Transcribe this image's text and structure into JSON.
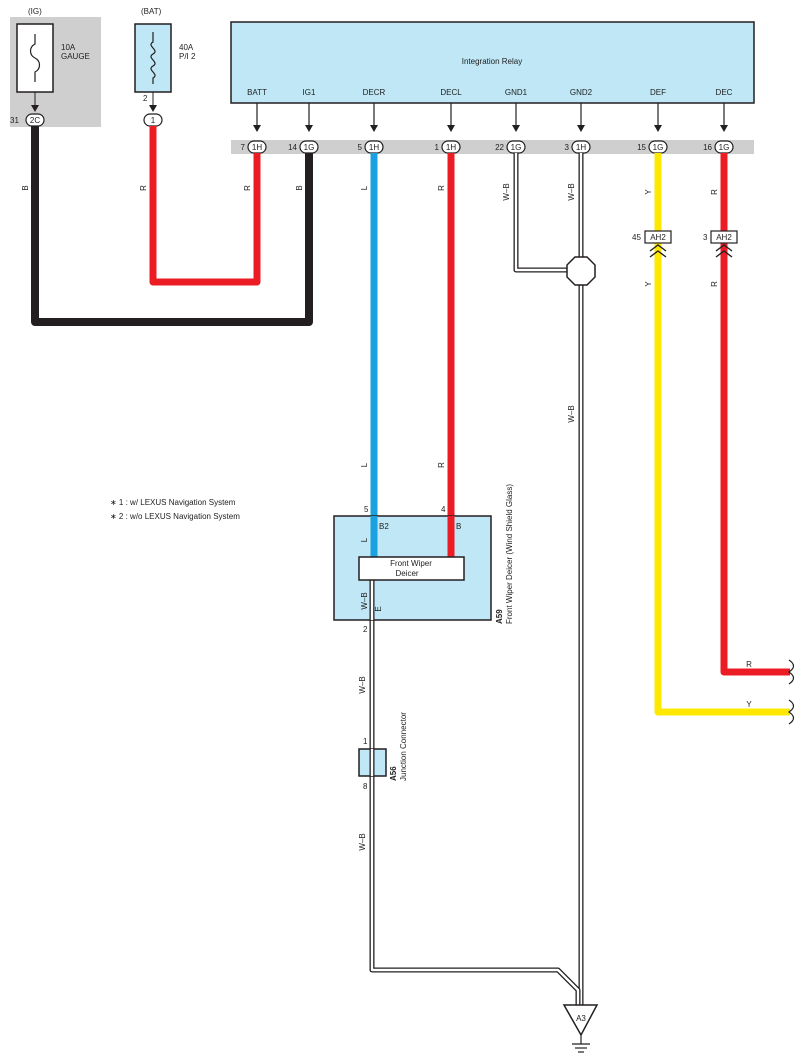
{
  "fuses": {
    "ig": {
      "label": "(IG)",
      "rating": "10A",
      "name": "GAUGE"
    },
    "bat": {
      "label": "(BAT)",
      "rating": "40A",
      "name": "P/I 2"
    }
  },
  "fuse_connectors": {
    "ig": {
      "pin": "31",
      "connector": "2C"
    },
    "bat": {
      "pin": "2",
      "connector": "1"
    }
  },
  "relay": {
    "title": "Integration Relay",
    "terminals": [
      {
        "name": "BATT",
        "pin": "7",
        "connector": "1H"
      },
      {
        "name": "IG1",
        "pin": "14",
        "connector": "1G"
      },
      {
        "name": "DECR",
        "pin": "5",
        "connector": "1H"
      },
      {
        "name": "DECL",
        "pin": "1",
        "connector": "1H"
      },
      {
        "name": "GND1",
        "pin": "22",
        "connector": "1G"
      },
      {
        "name": "GND2",
        "pin": "3",
        "connector": "1H"
      },
      {
        "name": "DEF",
        "pin": "15",
        "connector": "1G"
      },
      {
        "name": "DEC",
        "pin": "16",
        "connector": "1G"
      }
    ]
  },
  "wire_colors": {
    "b_ig": "B",
    "r_bat": "R",
    "r_batt": "R",
    "b_ig1": "B",
    "l_decr": "L",
    "l_decr_low": "L",
    "r_decl": "R",
    "r_decl_low": "R",
    "wb_gnd1": "W–B",
    "wb_gnd2": "W–B",
    "wb_gnd_mid": "W–B",
    "y_def": "Y",
    "y_def_low": "Y",
    "r_dec": "R",
    "r_dec_low": "R",
    "r_out": "R",
    "y_out": "Y",
    "l_deicer": "L",
    "wb_deicer": "W–B",
    "wb_a56_top": "W–B",
    "wb_a56_bot": "W–B"
  },
  "colors": {
    "black": "#231f20",
    "red": "#ec1c24",
    "blue": "#1ba1df",
    "yellow": "#ffe800",
    "light_blue": "#bfe7f5",
    "gray": "#cfcfcf"
  },
  "ah2_connectors": [
    {
      "pin": "45",
      "connector": "AH2"
    },
    {
      "pin": "3",
      "connector": "AH2"
    }
  ],
  "notes": [
    "∗ 1 : w/ LEXUS Navigation System",
    "∗ 2 : w/o LEXUS Navigation System"
  ],
  "deicer": {
    "code": "A59",
    "description": "Front Wiper Deicer (Wind Shield Glass)",
    "component_line1": "Front Wiper",
    "component_line2": "Deicer",
    "pin_b2_number": "5",
    "pin_b2": "B2",
    "pin_b_number": "4",
    "pin_b": "B",
    "pin_e_number": "2",
    "pin_e": "E"
  },
  "junction": {
    "code": "A56",
    "description": "Junction Connector",
    "pin_top": "1",
    "pin_bottom": "8"
  },
  "ground": {
    "label": "A3"
  }
}
